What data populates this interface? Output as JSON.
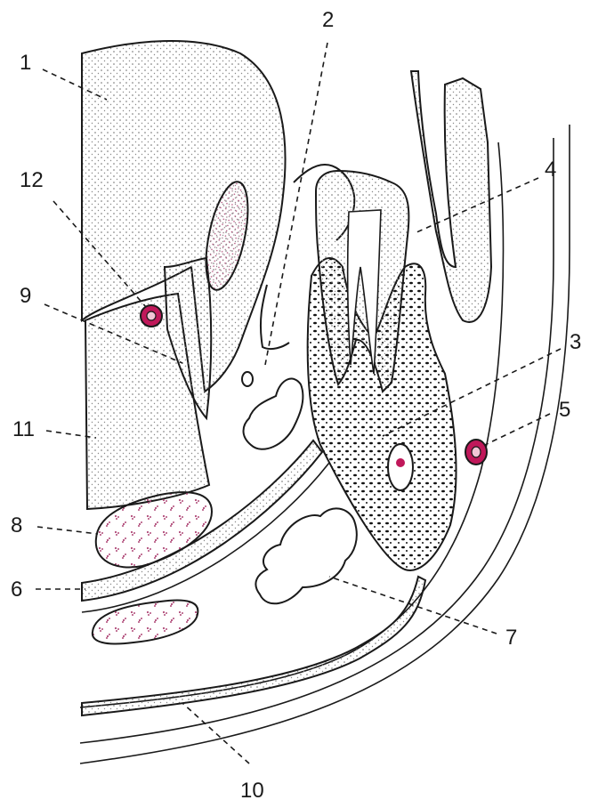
{
  "labels": {
    "l1": "1",
    "l2": "2",
    "l3": "3",
    "l4": "4",
    "l5": "5",
    "l6": "6",
    "l7": "7",
    "l8": "8",
    "l9": "9",
    "l10": "10",
    "l11": "11",
    "l12": "12"
  },
  "colors": {
    "outline": "#1a1a1a",
    "stipple": "#6b6b6b",
    "vessel": "#c0185a",
    "tissue_pink": "#b04a78"
  }
}
